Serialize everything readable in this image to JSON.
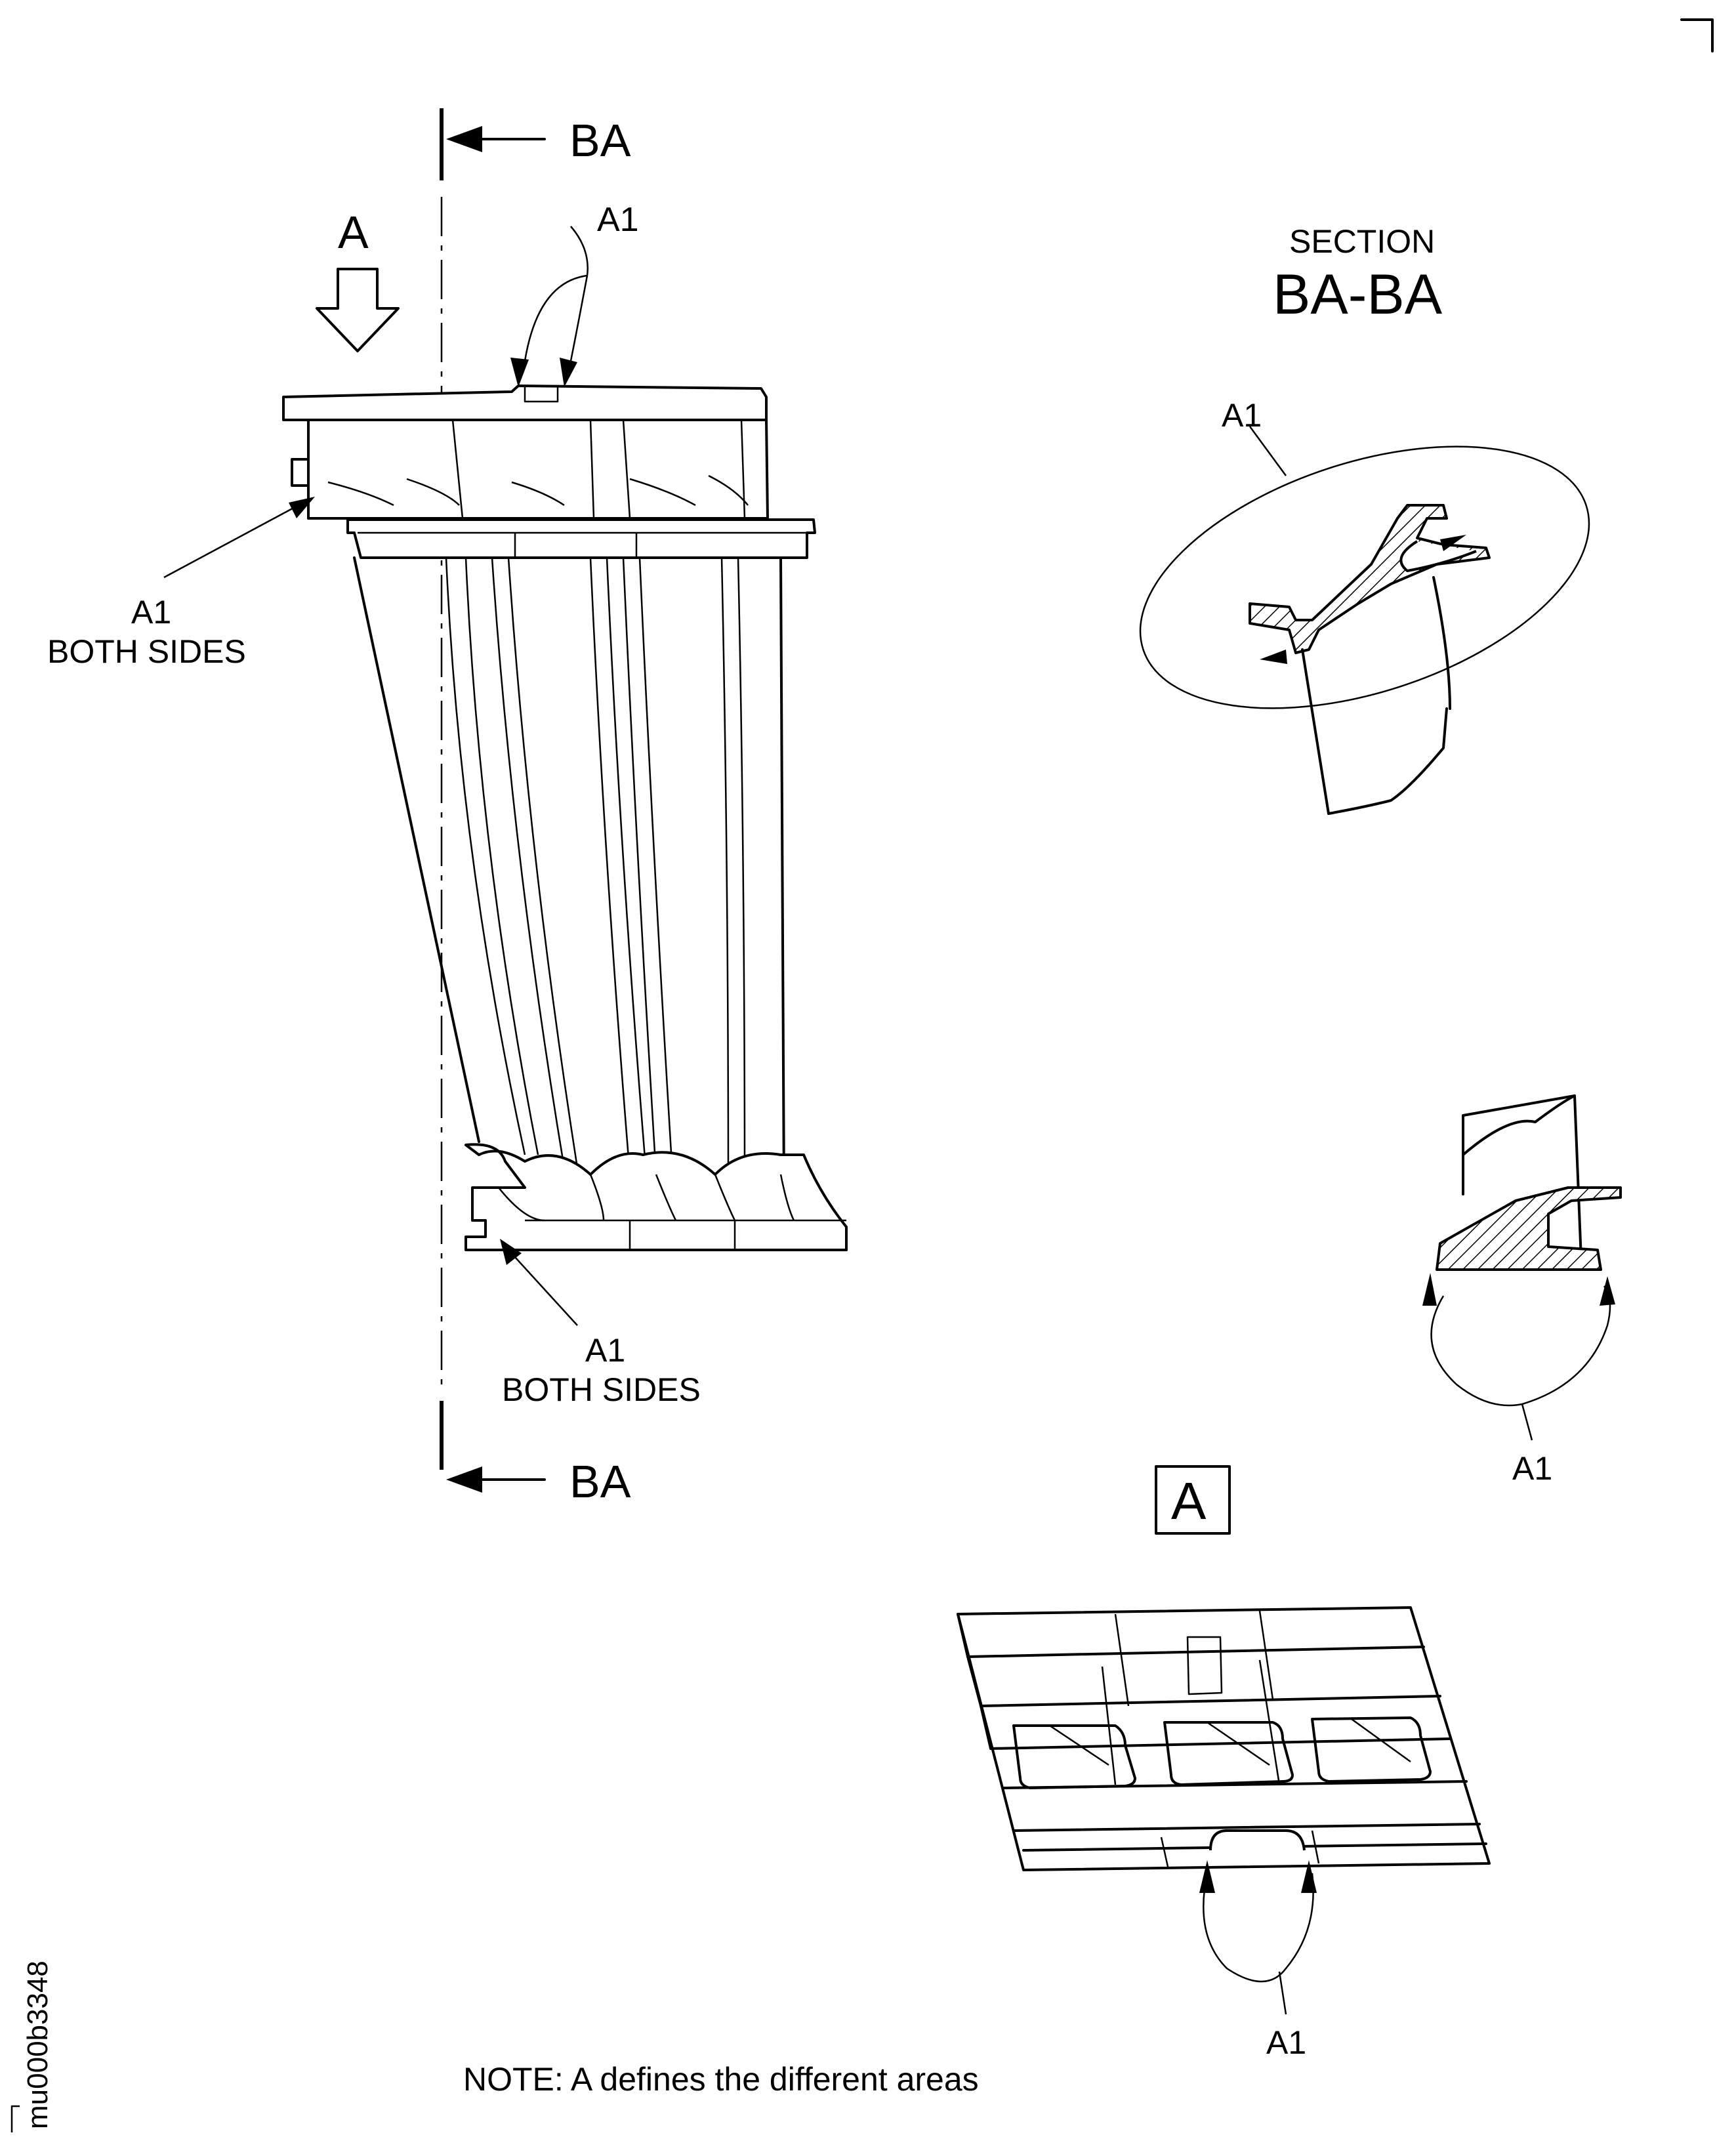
{
  "section_marker": {
    "top_label": "BA",
    "bottom_label": "BA"
  },
  "view_a": {
    "arrow_label": "A",
    "box_label": "A"
  },
  "main_view": {
    "callout_top": "A1",
    "callout_left_code": "A1",
    "callout_left_text": "BOTH SIDES",
    "callout_bottom_code": "A1",
    "callout_bottom_text": "BOTH SIDES"
  },
  "section_view": {
    "title_small": "SECTION",
    "title_large": "BA-BA",
    "callout_upper": "A1",
    "callout_lower": "A1"
  },
  "detail_view": {
    "callout": "A1"
  },
  "note": "NOTE: A defines the different areas",
  "figure_code": "mu000b3348"
}
